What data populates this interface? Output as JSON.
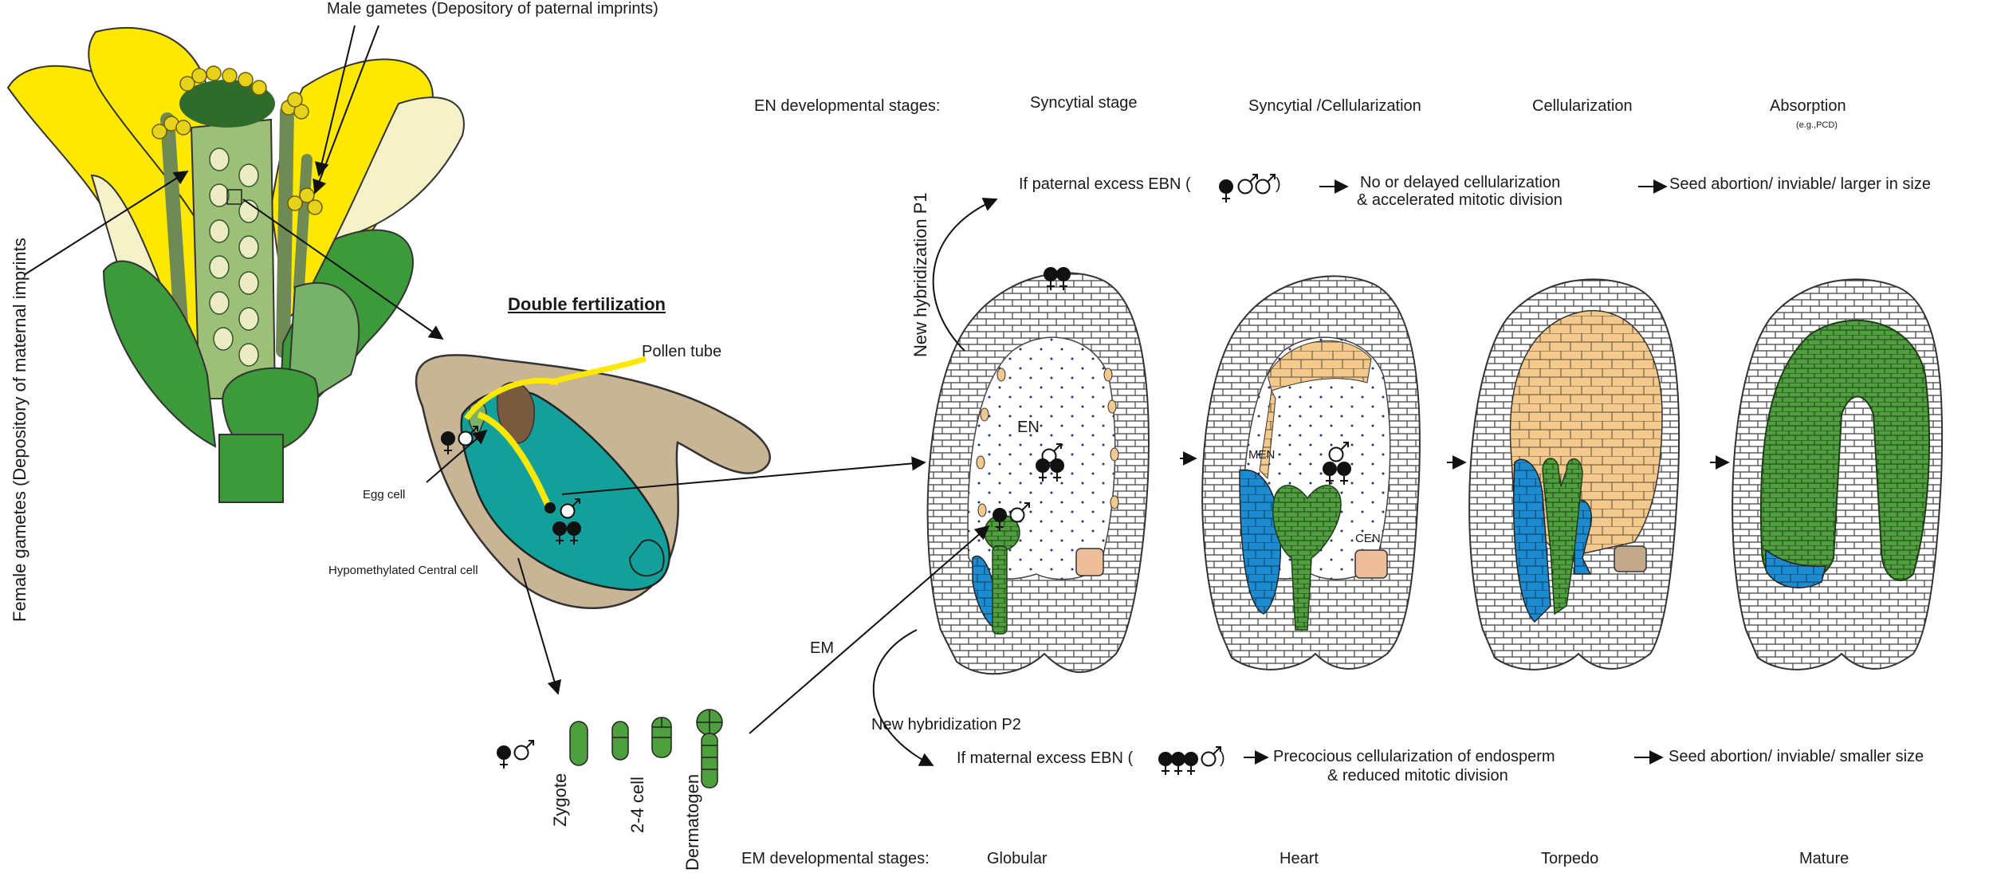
{
  "labels": {
    "male_gametes": "Male gametes (Depository of paternal imprints)",
    "female_gametes": "Female gametes (Depository of maternal imprints",
    "double_fertilization": "Double fertilization",
    "pollen_tube": "Pollen tube",
    "egg_cell": "Egg cell",
    "central_cell": "Hypomethylated Central cell",
    "em_label": "EM",
    "en_label": "EN",
    "men_label": "MEN",
    "cen_label": "CEN"
  },
  "en_stages": {
    "heading": "EN developmental stages:",
    "items": [
      "Syncytial stage",
      "Syncytial /Cellularization",
      "Cellularization",
      "Absorption"
    ],
    "absorption_note": "(e.g.,PCD)"
  },
  "em_stages": {
    "heading": "EM developmental stages:",
    "items": [
      "Globular",
      "Heart",
      "Torpedo",
      "Mature"
    ]
  },
  "early_embryo": [
    "Zygote",
    "2-4 cell",
    "Dermatogen"
  ],
  "p1": {
    "hybridization": "New hybridization P1",
    "condition": "If paternal excess EBN (",
    "condition_close": ")",
    "effect_line1": "No or delayed cellularization",
    "effect_line2": "& accelerated mitotic division",
    "outcome": "Seed abortion/ inviable/ larger in size"
  },
  "p2": {
    "hybridization": "New hybridization P2",
    "condition": "If maternal excess EBN (",
    "condition_close": ")",
    "effect_line1": "Precocious cellularization of endosperm",
    "effect_line2": "& reduced mitotic division",
    "outcome": "Seed abortion/ inviable/ smaller size"
  },
  "colors": {
    "petal_yellow": "#FFE800",
    "sepal_green": "#3C9A3A",
    "pistil_green": "#9DBF78",
    "embryo_green": "#4E9F3D",
    "ovule_tan": "#C8B596",
    "central_teal": "#14A09A",
    "cellular_endosperm": "#F4C98E",
    "men_blue": "#1C8BD0",
    "cen_peach": "#EEBE9A"
  }
}
